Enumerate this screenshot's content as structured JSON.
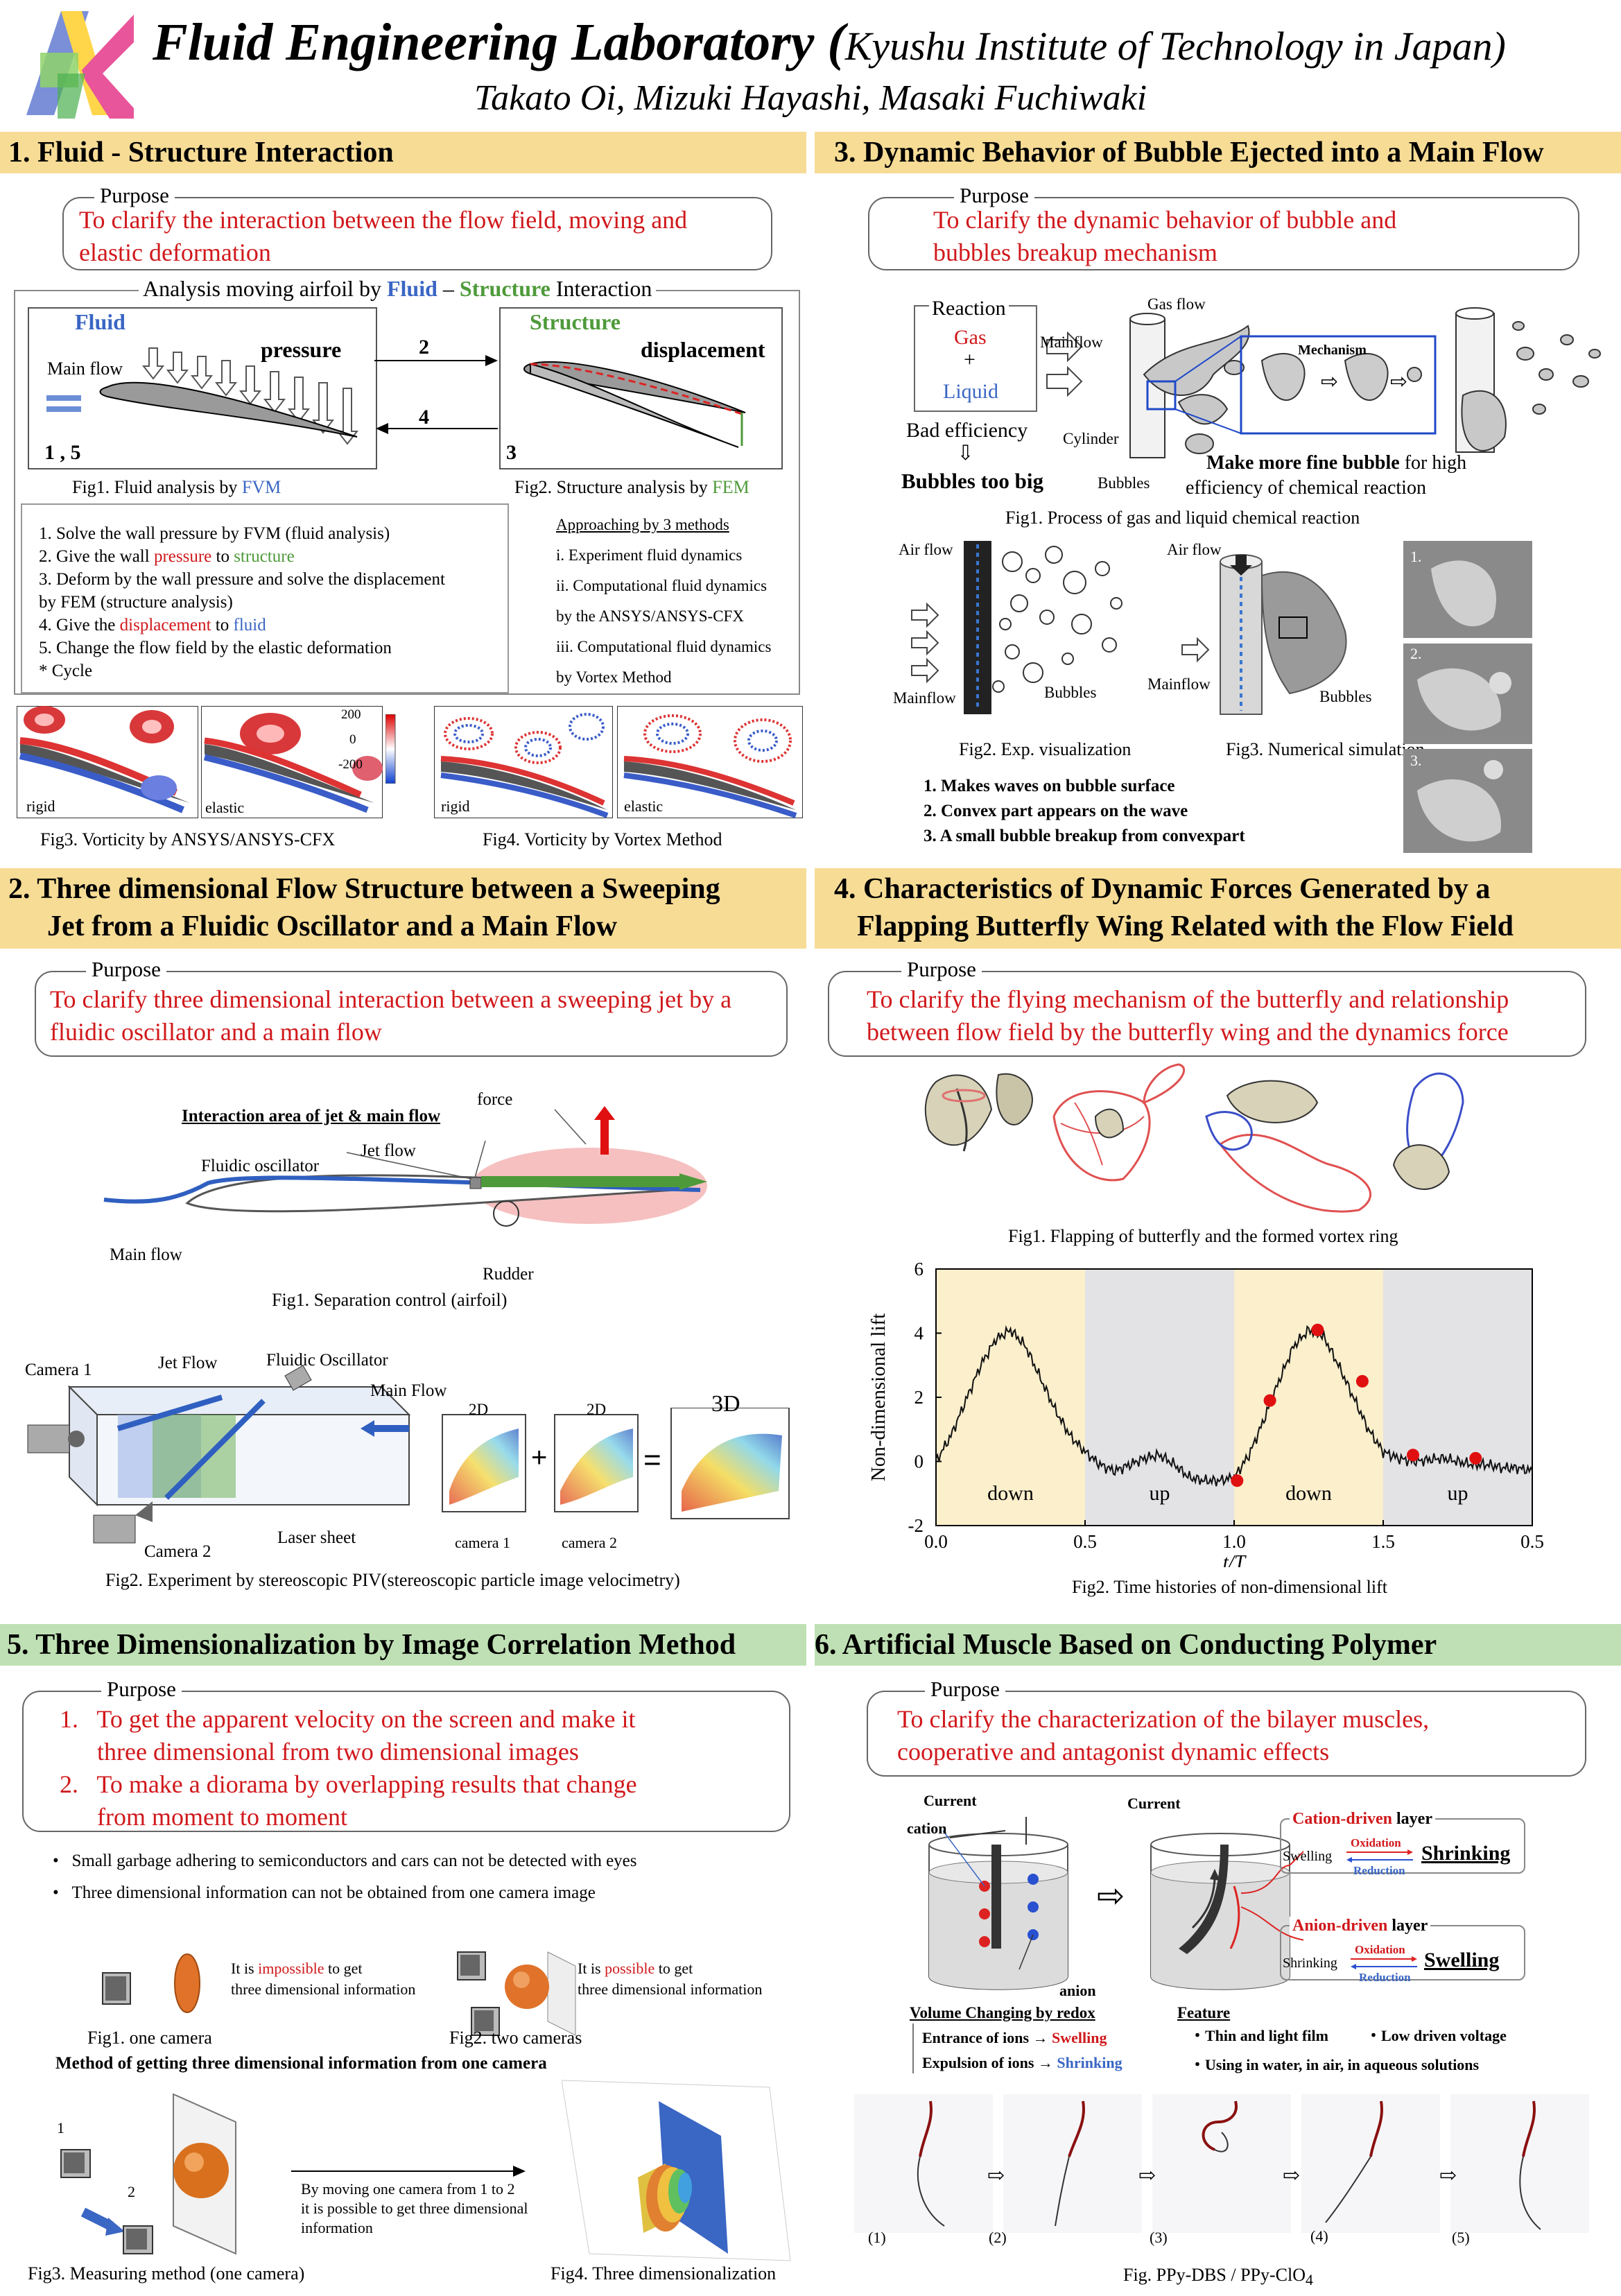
{
  "header": {
    "title": "Fluid Engineering Laboratory (",
    "affiliation": "Kyushu Institute of Technology in Japan)",
    "authors": "Takato Oi, Mizuki Hayashi, Masaki Fuchiwaki"
  },
  "colors": {
    "section_bar": "#f7dc96",
    "section_bar_green": "#bfe0b4",
    "purpose_text": "#d0181b",
    "accent_blue": "#3a66c4",
    "accent_green": "#4e9a3a"
  },
  "s1": {
    "title": "1.  Fluid - Structure Interaction",
    "purpose_label": "Purpose",
    "purpose": "To clarify the interaction between the flow field, moving and elastic deformation",
    "analysis_prefix": "Analysis moving airfoil by ",
    "analysis_fluid": "Fluid",
    "analysis_dash": " – ",
    "analysis_structure": "Structure",
    "analysis_suffix": " Interaction",
    "fluid_label": "Fluid",
    "structure_label": "Structure",
    "pressure": "pressure",
    "main_flow": "Main flow",
    "displacement": "displacement",
    "arrow_2": "2",
    "arrow_4": "4",
    "num_15": "1 , 5",
    "num_3": "3",
    "fig1_a": "Fig1.  Fluid analysis by ",
    "fig1_b": "FVM",
    "fig2_a": "Fig2.  Structure analysis by ",
    "fig2_b": "FEM",
    "steps": [
      "1.   Solve the wall pressure by FVM (fluid analysis)",
      "2.   Give the wall ",
      "3.   Deform by the wall pressure and solve the displacement",
      "       by FEM (structure analysis)",
      "4.   Give the ",
      "5.   Change the flow field by the elastic deformation",
      "*     Cycle"
    ],
    "step2_pressure": "pressure",
    "step2_to": " to ",
    "step2_structure": "structure",
    "step4_displacement": "displacement",
    "step4_to": " to ",
    "step4_fluid": "fluid",
    "approach_title": "Approaching by 3 methods",
    "approach": [
      "i.      Experiment fluid dynamics",
      "ii.     Computational fluid dynamics",
      "         by the ANSYS/ANSYS-CFX",
      "iii.    Computational fluid dynamics",
      "         by Vortex Method"
    ],
    "rigid": "rigid",
    "elastic": "elastic",
    "cb_max": "200",
    "cb_mid": "0",
    "cb_min": "-200",
    "fig3": "Fig3.  Vorticity by ANSYS/ANSYS-CFX",
    "fig4": "Fig4.  Vorticity by Vortex Method"
  },
  "s2": {
    "title_l1": "2.  Three dimensional Flow Structure between a Sweeping",
    "title_l2": "Jet from a Fluidic Oscillator and a Main Flow",
    "purpose_label": "Purpose",
    "purpose": "To clarify three dimensional interaction between a sweeping jet by a fluidic oscillator and a main flow",
    "interaction": "Interaction area of jet & main flow",
    "force": "force",
    "jet_flow": "Jet flow",
    "fluidic_oscillator": "Fluidic oscillator",
    "main_flow": "Main flow",
    "rudder": "Rudder",
    "fig1": "Fig1.  Separation control (airfoil)",
    "camera1": "Camera 1",
    "camera2": "Camera 2",
    "jet_flow2": "Jet Flow",
    "fluidic_oscillator2": "Fluidic Oscillator",
    "main_flow2": "Main Flow",
    "laser_sheet": "Laser sheet",
    "label_2d_a": "2D",
    "label_2d_b": "2D",
    "label_3d": "3D",
    "cam1_small": "camera 1",
    "cam2_small": "camera 2",
    "fig2": "Fig2.  Experiment by stereoscopic PIV(stereoscopic particle image velocimetry)"
  },
  "s3": {
    "title": "3.  Dynamic Behavior of Bubble Ejected into a Main Flow",
    "purpose_label": "Purpose",
    "purpose": "To clarify the dynamic behavior of bubble and bubbles breakup mechanism",
    "reaction": "Reaction",
    "gas": "Gas",
    "plus": "+",
    "liquid": "Liquid",
    "bad_eff": "Bad efficiency",
    "arrow_down": "⇩",
    "too_big": "Bubbles too big",
    "gas_flow": "Gas flow",
    "mainflow": "Mainflow",
    "cylinder": "Cylinder",
    "bubbles": "Bubbles",
    "mechanism": "Mechanism",
    "make_bold": "Make more fine bubble",
    "make_rest": " for high",
    "efficiency": "efficiency of chemical reaction",
    "fig1": "Fig1.  Process of gas and liquid chemical reaction",
    "air_flow_a": "Air flow",
    "air_flow_b": "Air flow",
    "mainflow_a": "Mainflow",
    "mainflow_b": "Mainflow",
    "bubbles_a": "Bubbles",
    "bubbles_b": "Bubbles",
    "fig2": "Fig2.  Exp. visualization",
    "fig3": "Fig3.  Numerical simulation",
    "n1": "1.",
    "n2": "2.",
    "n3": "3.",
    "points": [
      "1.    Makes waves on bubble surface",
      "2.    Convex part appears on the wave",
      "3.    A small bubble breakup from convexpart"
    ]
  },
  "s4": {
    "title_l1": "4.  Characteristics of Dynamic Forces Generated by a",
    "title_l2": "Flapping Butterfly Wing Related with the Flow Field",
    "purpose_label": "Purpose",
    "purpose": "To clarify the flying mechanism of the butterfly and relationship between flow field by the butterfly wing and the dynamics force",
    "fig1": "Fig1.  Flapping of butterfly and the formed vortex ring",
    "fig2": "Fig2.  Time histories of non-dimensional lift"
  },
  "chart_data": {
    "type": "line",
    "xlabel": "t/T",
    "ylabel": "Non-dimensional lift",
    "ylim": [
      -2,
      6
    ],
    "xlim": [
      0,
      2.0
    ],
    "x_tick_labels": [
      "0.0",
      "0.5",
      "1.0",
      "1.5",
      "0.5"
    ],
    "y_ticks": [
      -2,
      0,
      2,
      4,
      6
    ],
    "grid": false,
    "phases": [
      {
        "label": "down",
        "from": 0.0,
        "to": 0.5,
        "color": "#fbefcc"
      },
      {
        "label": "up",
        "from": 0.5,
        "to": 1.0,
        "color": "#e3e3e6"
      },
      {
        "label": "down",
        "from": 1.0,
        "to": 1.5,
        "color": "#fbefcc"
      },
      {
        "label": "up",
        "from": 1.5,
        "to": 2.0,
        "color": "#e3e3e6"
      }
    ],
    "series": [
      {
        "color": "#111111",
        "x": [
          0.0,
          0.05,
          0.1,
          0.15,
          0.2,
          0.25,
          0.3,
          0.35,
          0.4,
          0.45,
          0.5,
          0.55,
          0.6,
          0.65,
          0.7,
          0.75,
          0.8,
          0.85,
          0.9,
          0.95,
          1.0,
          1.05,
          1.1,
          1.15,
          1.2,
          1.25,
          1.3,
          1.35,
          1.4,
          1.45,
          1.5,
          1.55,
          1.6,
          1.65,
          1.7,
          1.75,
          1.8,
          1.85,
          1.9,
          1.95,
          2.0
        ],
        "y": [
          0.0,
          0.8,
          1.9,
          3.0,
          3.8,
          4.1,
          3.6,
          2.6,
          1.6,
          0.8,
          0.3,
          -0.1,
          -0.3,
          -0.1,
          0.1,
          0.2,
          -0.1,
          -0.5,
          -0.6,
          -0.6,
          -0.5,
          0.2,
          1.3,
          2.5,
          3.6,
          4.1,
          3.9,
          3.0,
          2.0,
          1.0,
          0.3,
          0.1,
          0.0,
          0.05,
          0.1,
          0.0,
          -0.1,
          -0.1,
          -0.2,
          -0.2,
          -0.3
        ]
      }
    ],
    "markers": [
      {
        "x": 1.01,
        "y": -0.6
      },
      {
        "x": 1.12,
        "y": 1.9
      },
      {
        "x": 1.28,
        "y": 4.1
      },
      {
        "x": 1.43,
        "y": 2.5
      },
      {
        "x": 1.6,
        "y": 0.2
      },
      {
        "x": 1.81,
        "y": 0.1
      }
    ],
    "marker_color": "#e01010"
  },
  "s5": {
    "title": "5.  Three Dimensionalization by Image Correlation Method",
    "purpose_label": "Purpose",
    "p1": "1.   To get the apparent velocity on the screen and make it",
    "p1b": "      three dimensional from two dimensional images",
    "p2": "2.   To make a diorama by overlapping results that change",
    "p2b": "      from moment to moment",
    "bullets": [
      "Small garbage adhering to semiconductors and cars can not be detected with eyes",
      "Three dimensional information can not be obtained from one camera image"
    ],
    "imp_pre": "It is ",
    "imp": "impossible",
    "imp_post": " to get",
    "pos_pre": "It is ",
    "pos": "possible",
    "pos_post": " to get",
    "three_a": "three dimensional information",
    "three_b": "three dimensional information",
    "fig1": "Fig1.  one camera",
    "fig2": "Fig2.  two cameras",
    "method": "Method of getting three dimensional information from one camera",
    "lbl1": "1",
    "lbl2": "2",
    "moving1": "By moving one camera from 1 to 2",
    "moving2": "it is possible to get three dimensional",
    "moving3": "information",
    "fig3": "Fig3.  Measuring method (one camera)",
    "fig4": "Fig4.  Three dimensionalization"
  },
  "s6": {
    "title": "6.  Artificial Muscle Based on Conducting Polymer",
    "purpose_label": "Purpose",
    "purpose": "To clarify the characterization of the bilayer muscles, cooperative and antagonist dynamic effects",
    "current_a": "Current",
    "current_b": "Current",
    "cation": "cation",
    "anion": "anion",
    "cation_driven": "Cation-driven",
    "layer_a": " layer",
    "anion_driven": "Anion-driven",
    "layer_b": " layer",
    "swelling_small": "Swelling",
    "oxidation_a": "Oxidation",
    "reduction_a": "Reduction",
    "shrinking_big": "Shrinking",
    "shrinking_small": "Shrinking",
    "oxidation_b": "Oxidation",
    "reduction_b": "Reduction",
    "swelling_big": "Swelling",
    "volume_title": "Volume Changing by redox",
    "entrance": "Entrance of ions  →  ",
    "swelling_w": "Swelling",
    "expulsion": "Expulsion of ions  →  ",
    "shrinking_w": "Shrinking",
    "feature_title": "Feature",
    "f1": "・Thin and light film",
    "f2": "・Low driven voltage",
    "f3": "・Using in water, in air, in aqueous solutions",
    "steps": [
      "(1)",
      "(2)",
      "(3)",
      "(4)",
      "(5)"
    ],
    "arrow": "⇨",
    "fig": "Fig.  PPy-DBS / PPy-ClO",
    "fig_sub": "4"
  }
}
